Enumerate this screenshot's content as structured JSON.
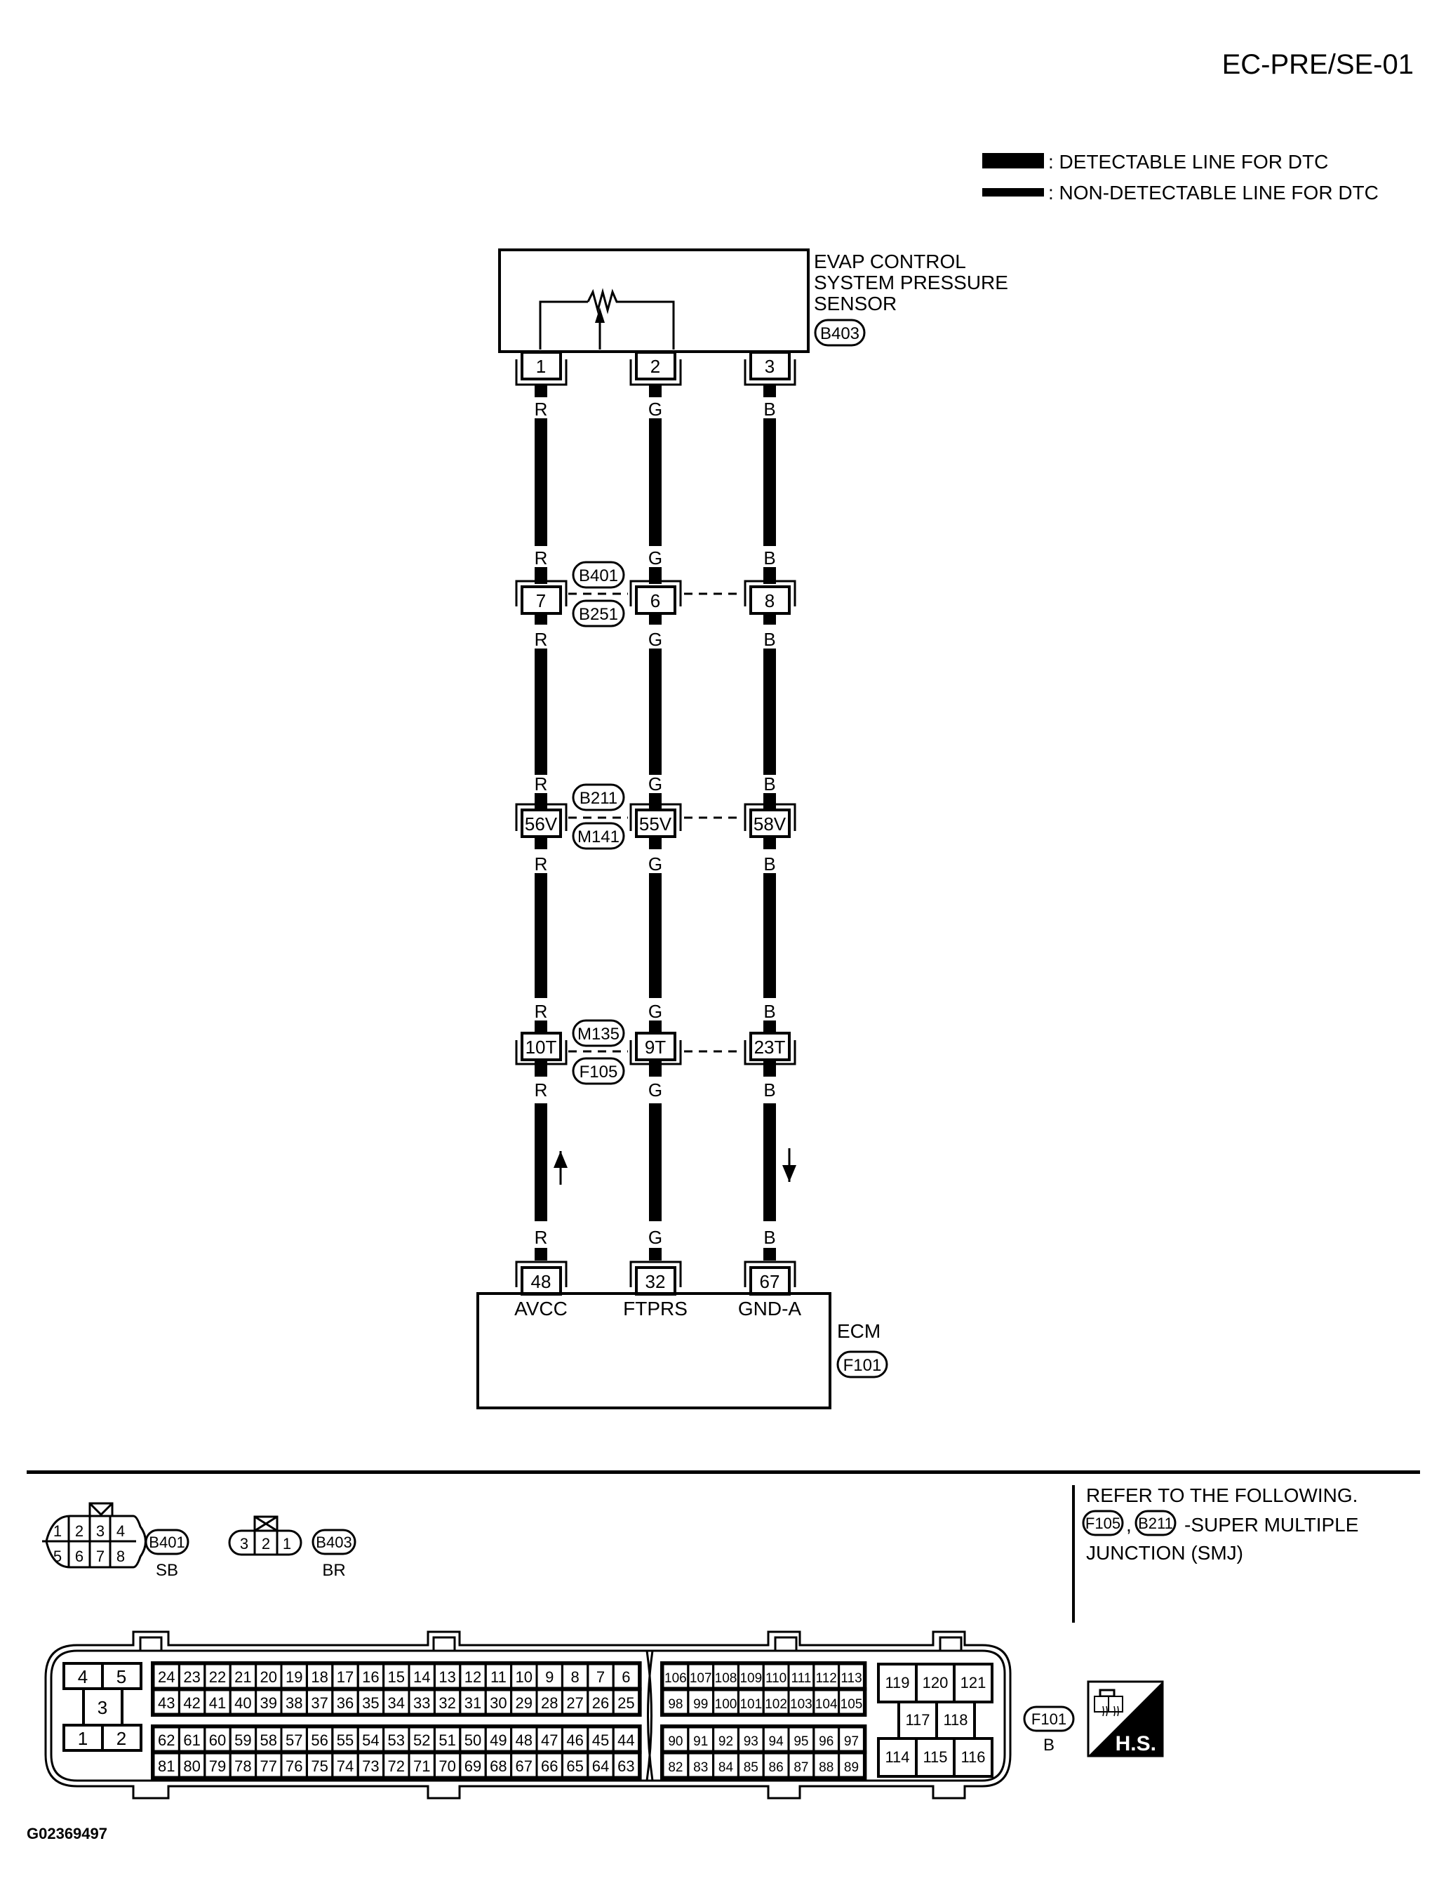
{
  "page_code": "EC-PRE/SE-01",
  "figure_id": "G02369497",
  "legend": {
    "detectable": ": DETECTABLE LINE FOR DTC",
    "non_detectable": ": NON-DETECTABLE LINE FOR DTC"
  },
  "sensor": {
    "name_line1": "EVAP CONTROL",
    "name_line2": "SYSTEM PRESSURE",
    "name_line3": "SENSOR",
    "connector": "B403",
    "pins": [
      "1",
      "2",
      "3"
    ]
  },
  "wire_colors": [
    "R",
    "G",
    "B"
  ],
  "junctions": [
    {
      "upper_connector": "B401",
      "lower_connector": "B251",
      "pins": [
        "7",
        "6",
        "8"
      ]
    },
    {
      "upper_connector": "B211",
      "lower_connector": "M141",
      "pins": [
        "56V",
        "55V",
        "58V"
      ]
    },
    {
      "upper_connector": "M135",
      "lower_connector": "F105",
      "pins": [
        "10T",
        "9T",
        "23T"
      ]
    }
  ],
  "ecm": {
    "name": "ECM",
    "connector": "F101",
    "pins": [
      "48",
      "32",
      "67"
    ],
    "terminals": [
      "AVCC",
      "FTPRS",
      "GND-A"
    ]
  },
  "connector_views": {
    "b401": {
      "connector": "B401",
      "color": "SB",
      "top_row": [
        "1",
        "2",
        "3",
        "4"
      ],
      "bottom_row": [
        "5",
        "6",
        "7",
        "8"
      ]
    },
    "b403": {
      "connector": "B403",
      "color": "BR",
      "pins": [
        "3",
        "2",
        "1"
      ]
    },
    "f101": {
      "connector": "F101",
      "color": "B",
      "power_block": {
        "top": [
          "4",
          "5"
        ],
        "middle": "3",
        "bottom": [
          "1",
          "2"
        ]
      },
      "block_a_row1": [
        "24",
        "23",
        "22",
        "21",
        "20",
        "19",
        "18",
        "17",
        "16",
        "15",
        "14",
        "13",
        "12",
        "11",
        "10",
        "9",
        "8",
        "7",
        "6"
      ],
      "block_a_row2": [
        "43",
        "42",
        "41",
        "40",
        "39",
        "38",
        "37",
        "36",
        "35",
        "34",
        "33",
        "32",
        "31",
        "30",
        "29",
        "28",
        "27",
        "26",
        "25"
      ],
      "block_a_row3": [
        "62",
        "61",
        "60",
        "59",
        "58",
        "57",
        "56",
        "55",
        "54",
        "53",
        "52",
        "51",
        "50",
        "49",
        "48",
        "47",
        "46",
        "45",
        "44"
      ],
      "block_a_row4": [
        "81",
        "80",
        "79",
        "78",
        "77",
        "76",
        "75",
        "74",
        "73",
        "72",
        "71",
        "70",
        "69",
        "68",
        "67",
        "66",
        "65",
        "64",
        "63"
      ],
      "block_b_row1": [
        "106",
        "107",
        "108",
        "109",
        "110",
        "111",
        "112",
        "113"
      ],
      "block_b_row2": [
        "98",
        "99",
        "100",
        "101",
        "102",
        "103",
        "104",
        "105"
      ],
      "block_b_row3": [
        "90",
        "91",
        "92",
        "93",
        "94",
        "95",
        "96",
        "97"
      ],
      "block_b_row4": [
        "82",
        "83",
        "84",
        "85",
        "86",
        "87",
        "88",
        "89"
      ],
      "block_c_top": [
        "119",
        "120",
        "121"
      ],
      "block_c_mid": [
        "117",
        "118"
      ],
      "block_c_bottom": [
        "114",
        "115",
        "116"
      ]
    }
  },
  "reference_note": {
    "line1": "REFER TO THE FOLLOWING.",
    "conn1": "F105",
    "sep": ",",
    "conn2": "B211",
    "desc": "-SUPER MULTIPLE",
    "line3": "JUNCTION (SMJ)"
  },
  "hs_badge": "H.S."
}
